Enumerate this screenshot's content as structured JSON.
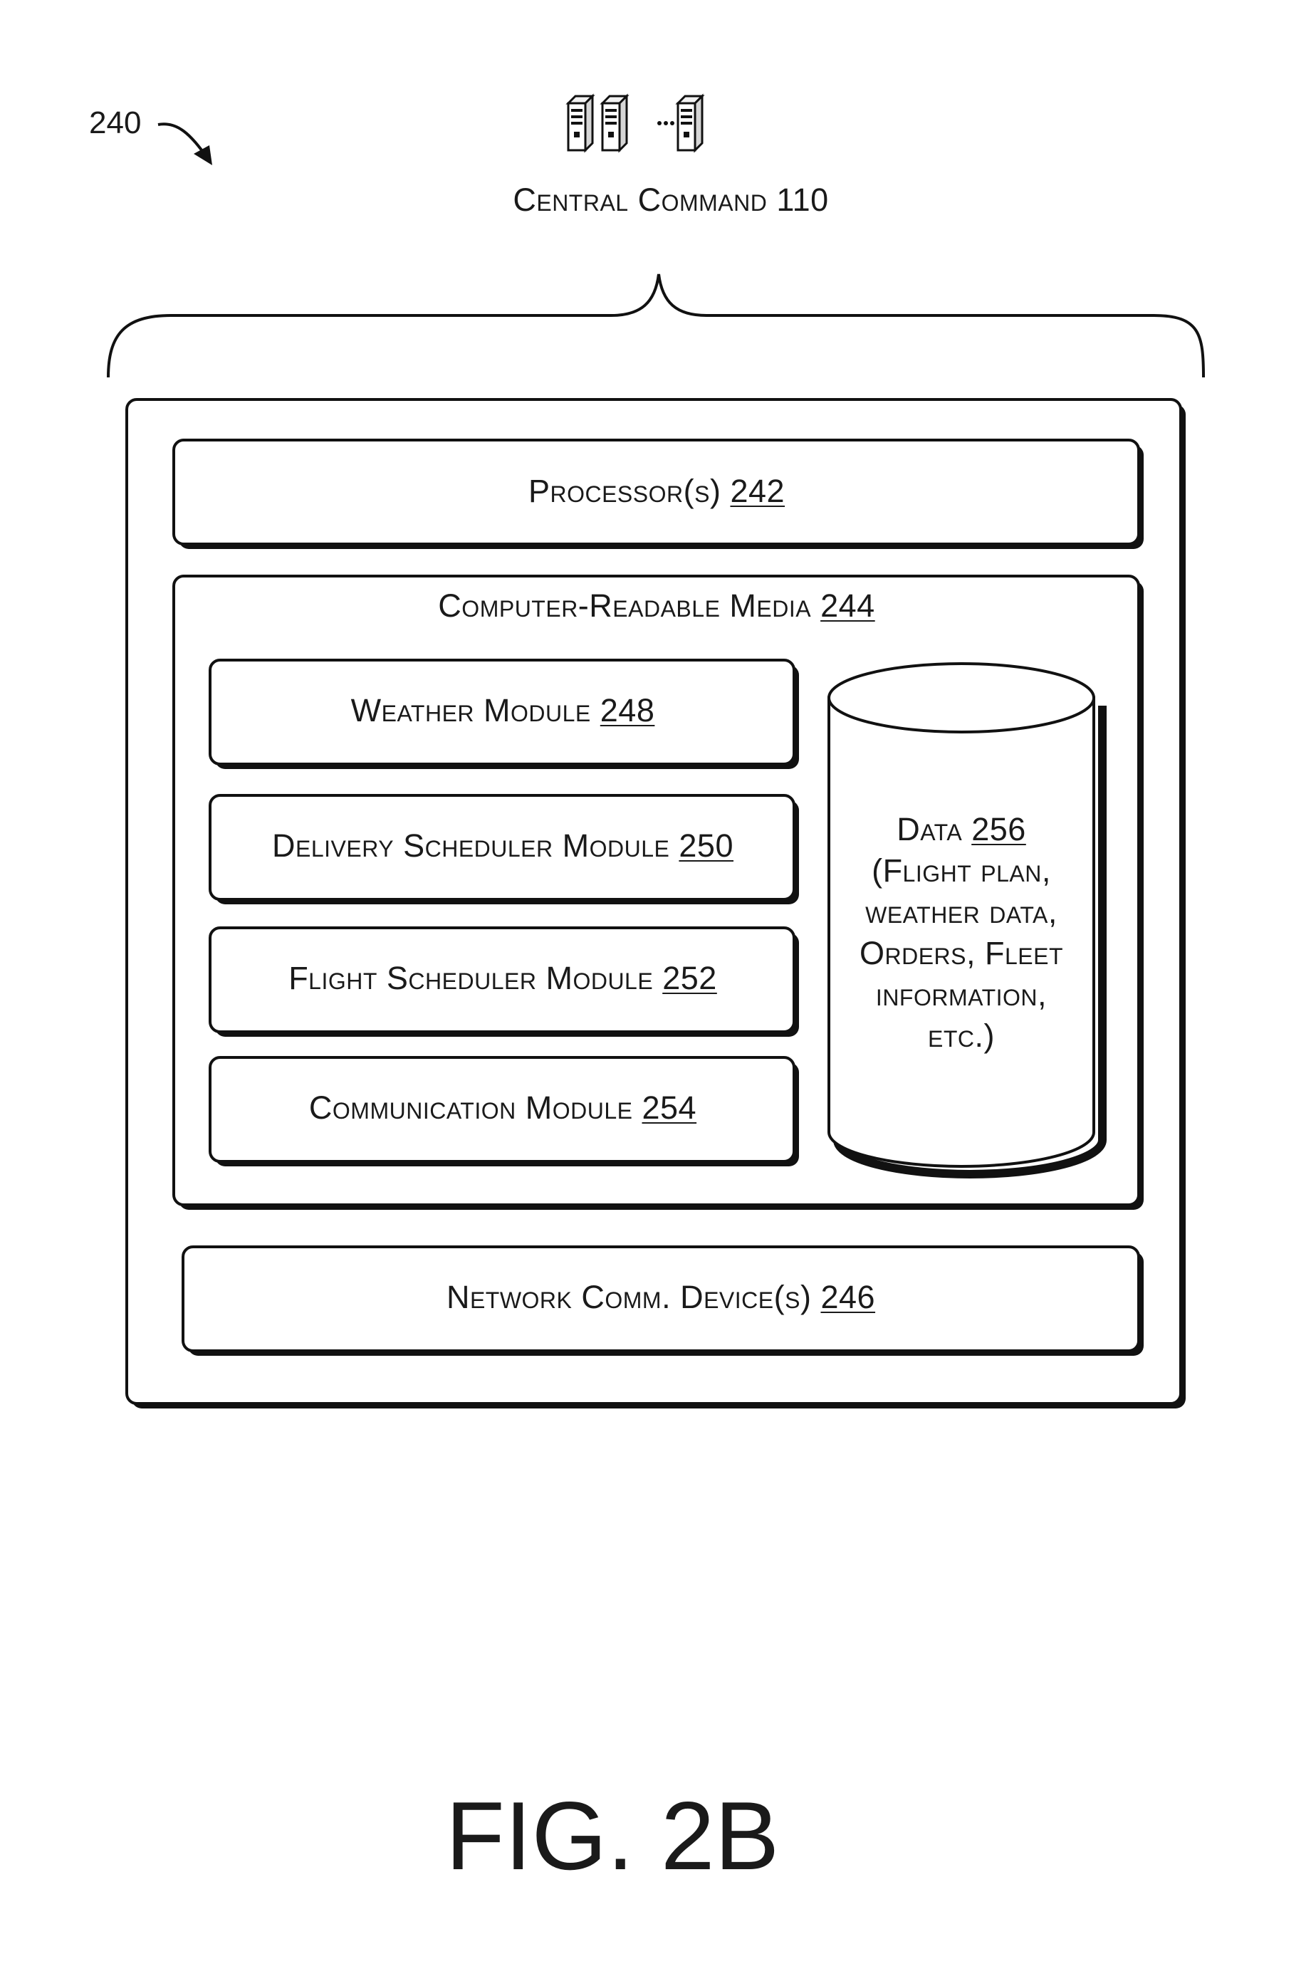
{
  "figure_label": "FIG. 2B",
  "reference_label": "240",
  "header": {
    "title": "Central Command",
    "number": "110"
  },
  "processor": {
    "label": "Processor(s)",
    "number": "242"
  },
  "media": {
    "label": "Computer-Readable Media",
    "number": "244",
    "modules": [
      {
        "label": "Weather Module",
        "number": "248"
      },
      {
        "label": "Delivery Scheduler Module",
        "number": "250"
      },
      {
        "label": "Flight Scheduler Module",
        "number": "252"
      },
      {
        "label": "Communication Module",
        "number": "254"
      }
    ],
    "data_store": {
      "label": "Data",
      "number": "256",
      "lines": [
        "(Flight plan,",
        "weather data,",
        "Orders, Fleet",
        "information,",
        "etc.)"
      ]
    }
  },
  "network": {
    "label": "Network Comm. Device(s)",
    "number": "246"
  },
  "icons": {
    "servers": "server-cluster-icon",
    "arrow": "curved-arrow-icon",
    "brace": "curly-brace-icon",
    "database": "database-cylinder-icon"
  }
}
